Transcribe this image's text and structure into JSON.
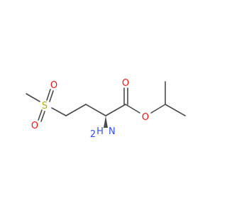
{
  "molecule": {
    "atoms": {
      "sulfur": "S",
      "sulfonyl_oxygen_upper": "O",
      "sulfonyl_oxygen_lower": "O",
      "carbonyl_oxygen": "O",
      "ester_oxygen": "O",
      "amine_nitrogen": "N",
      "amine_hydrogen": "H",
      "amine_subscript": "2"
    },
    "colors": {
      "bond": "#4a4a4a",
      "oxygen": "#ff0d0d",
      "sulfur": "#b2b200",
      "nitrogen": "#3050f8"
    }
  }
}
